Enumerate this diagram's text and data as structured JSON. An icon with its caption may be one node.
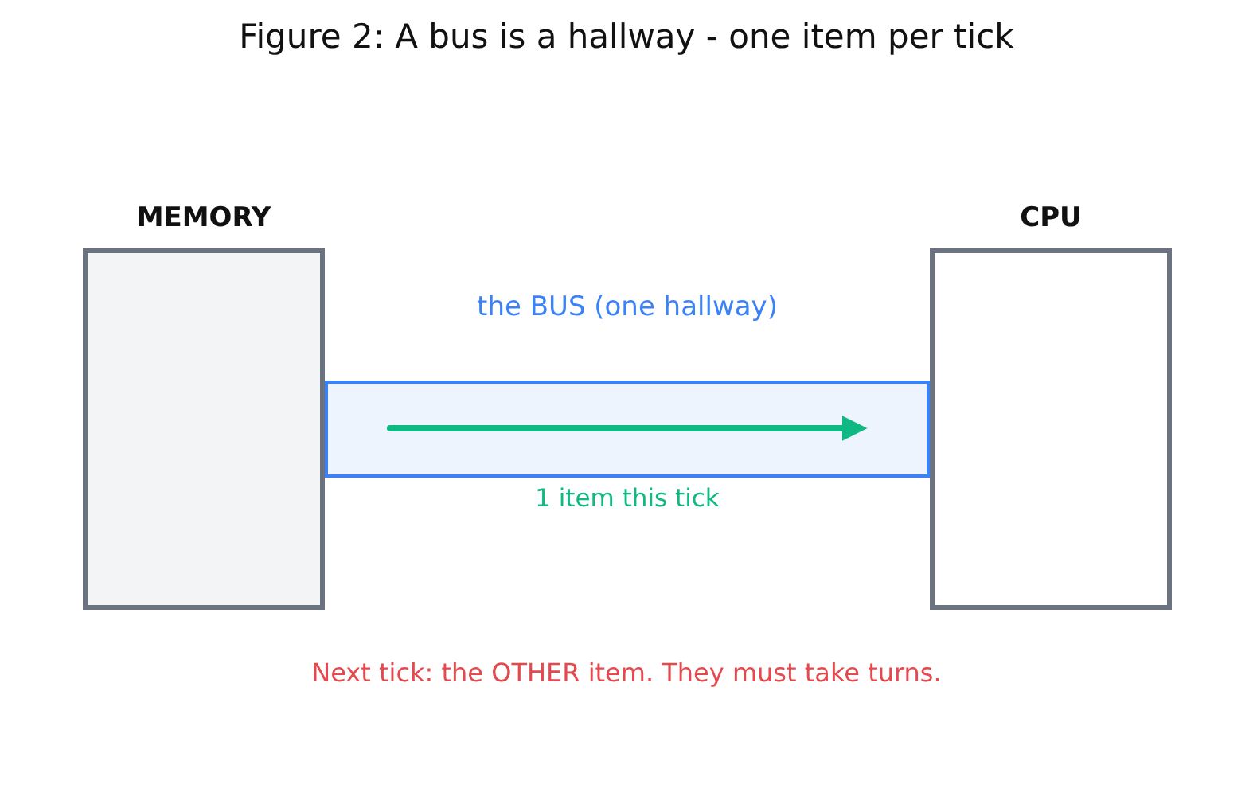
{
  "diagram": {
    "title": "Figure 2: A bus is a hallway - one item per tick",
    "nodes": [
      {
        "text": [
          "MEMORY"
        ]
      },
      {
        "text": [
          "CPU"
        ]
      },
      {
        "text": [
          "the BUS (one hallway)"
        ],
        "beside": [
          "1 item this tick"
        ]
      }
    ],
    "edges": [],
    "labels": [
      "Next tick: the OTHER item. They must take turns."
    ]
  }
}
